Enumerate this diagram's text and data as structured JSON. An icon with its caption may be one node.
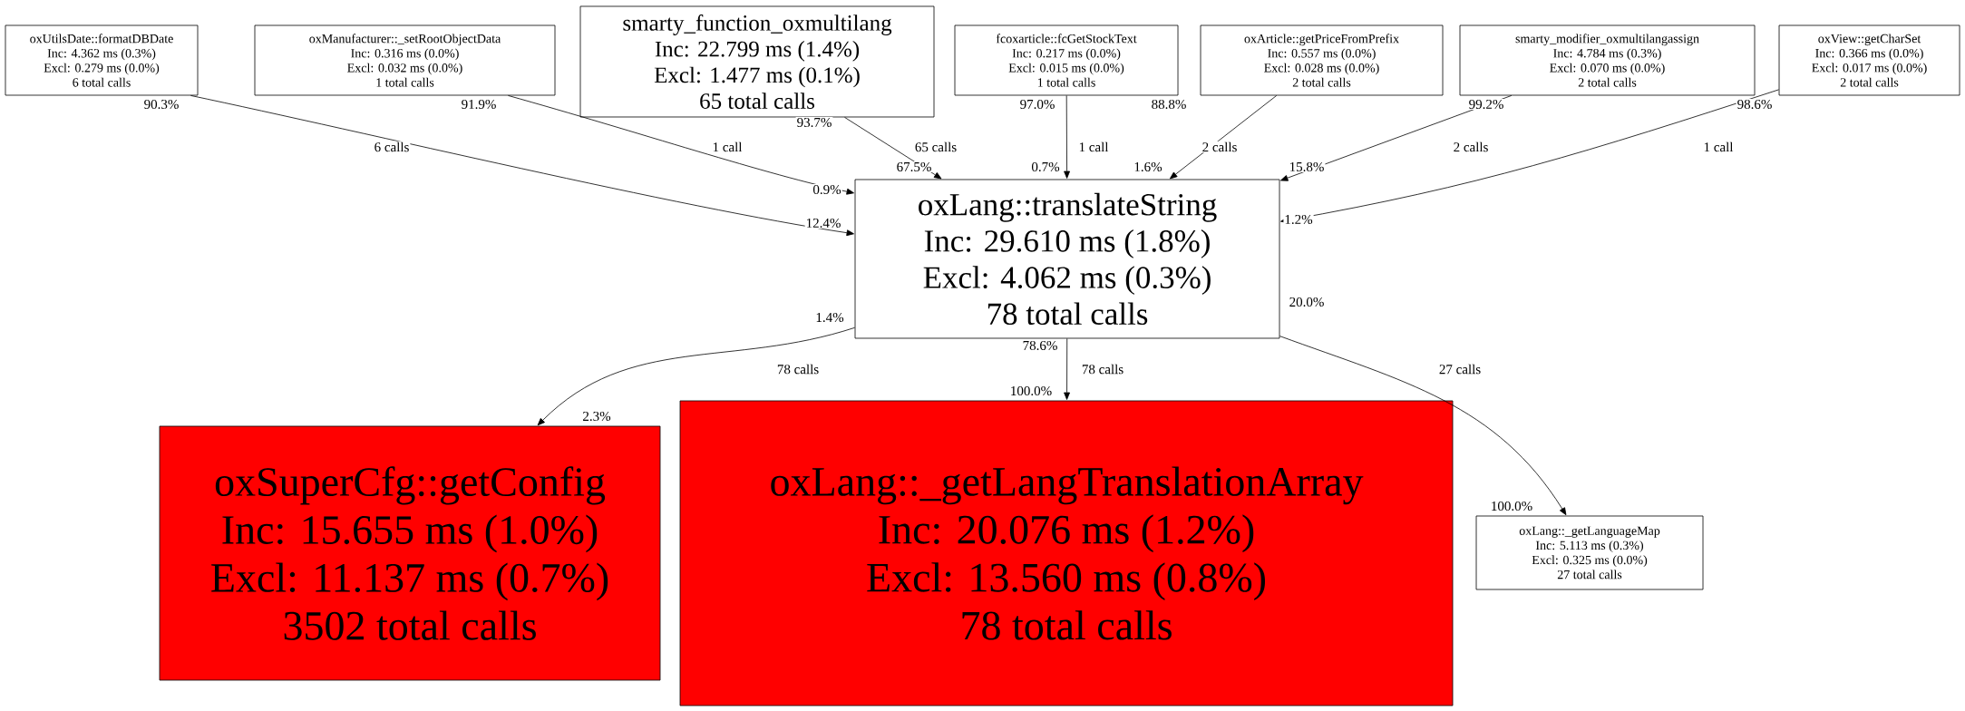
{
  "diagram": {
    "nodes": [
      {
        "text": [
          "oxUtilsDate::formatDBDate",
          "Inc: 4.362 ms (0.3%)",
          "Excl: 0.279 ms (0.0%)",
          "6 total calls"
        ]
      },
      {
        "text": [
          "oxManufacturer::_setRootObjectData",
          "Inc: 0.316 ms (0.0%)",
          "Excl: 0.032 ms (0.0%)",
          "1 total calls"
        ]
      },
      {
        "text": [
          "smarty_function_oxmultilang",
          "Inc: 22.799 ms (1.4%)",
          "Excl: 1.477 ms (0.1%)",
          "65 total calls"
        ]
      },
      {
        "text": [
          "fcoxarticle::fcGetStockText",
          "Inc: 0.217 ms (0.0%)",
          "Excl: 0.015 ms (0.0%)",
          "1 total calls"
        ]
      },
      {
        "text": [
          "oxArticle::getPriceFromPrefix",
          "Inc: 0.557 ms (0.0%)",
          "Excl: 0.028 ms (0.0%)",
          "2 total calls"
        ]
      },
      {
        "text": [
          "smarty_modifier_oxmultilangassign",
          "Inc: 4.784 ms (0.3%)",
          "Excl: 0.070 ms (0.0%)",
          "2 total calls"
        ]
      },
      {
        "text": [
          "oxView::getCharSet",
          "Inc: 0.366 ms (0.0%)",
          "Excl: 0.017 ms (0.0%)",
          "2 total calls"
        ]
      },
      {
        "text": [
          "oxLang::translateString",
          "Inc: 29.610 ms (1.8%)",
          "Excl: 4.062 ms (0.3%)",
          "78 total calls"
        ]
      },
      {
        "text": [
          "oxSuperCfg::getConfig",
          "Inc: 15.655 ms (1.0%)",
          "Excl: 11.137 ms (0.7%)",
          "3502 total calls"
        ]
      },
      {
        "text": [
          "oxLang::_getLangTranslationArray",
          "Inc: 20.076 ms (1.2%)",
          "Excl: 13.560 ms (0.8%)",
          "78 total calls"
        ]
      },
      {
        "text": [
          "oxLang::_getLanguageMap",
          "Inc: 5.113 ms (0.3%)",
          "Excl: 0.325 ms (0.0%)",
          "27 total calls"
        ]
      }
    ],
    "edges": [
      {
        "from": 0,
        "to": 7,
        "arrow": "to",
        "label": "6 calls"
      },
      {
        "from": 1,
        "to": 7,
        "arrow": "to",
        "label": "1 call"
      },
      {
        "from": 2,
        "to": 7,
        "arrow": "to",
        "label": "65 calls"
      },
      {
        "from": 3,
        "to": 7,
        "arrow": "to",
        "label": "1 call"
      },
      {
        "from": 4,
        "to": 7,
        "arrow": "to",
        "label": "2 calls"
      },
      {
        "from": 5,
        "to": 7,
        "arrow": "to",
        "label": "2 calls"
      },
      {
        "from": 6,
        "to": 7,
        "arrow": "to",
        "label": "1 call"
      },
      {
        "from": 7,
        "to": 8,
        "arrow": "to",
        "label": "78 calls"
      },
      {
        "from": 7,
        "to": 9,
        "arrow": "to",
        "label": "78 calls"
      },
      {
        "from": 7,
        "to": 10,
        "arrow": "to",
        "label": "27 calls"
      }
    ],
    "labels": [
      "90.3%",
      "91.9%",
      "93.7%",
      "97.0%",
      "88.8%",
      "99.2%",
      "98.6%",
      "67.5%",
      "0.7%",
      "1.6%",
      "15.8%",
      "0.9%",
      "12.4%",
      "1.2%",
      "1.4%",
      "20.0%",
      "78.6%",
      "2.3%",
      "100.0%",
      "100.0%"
    ]
  }
}
